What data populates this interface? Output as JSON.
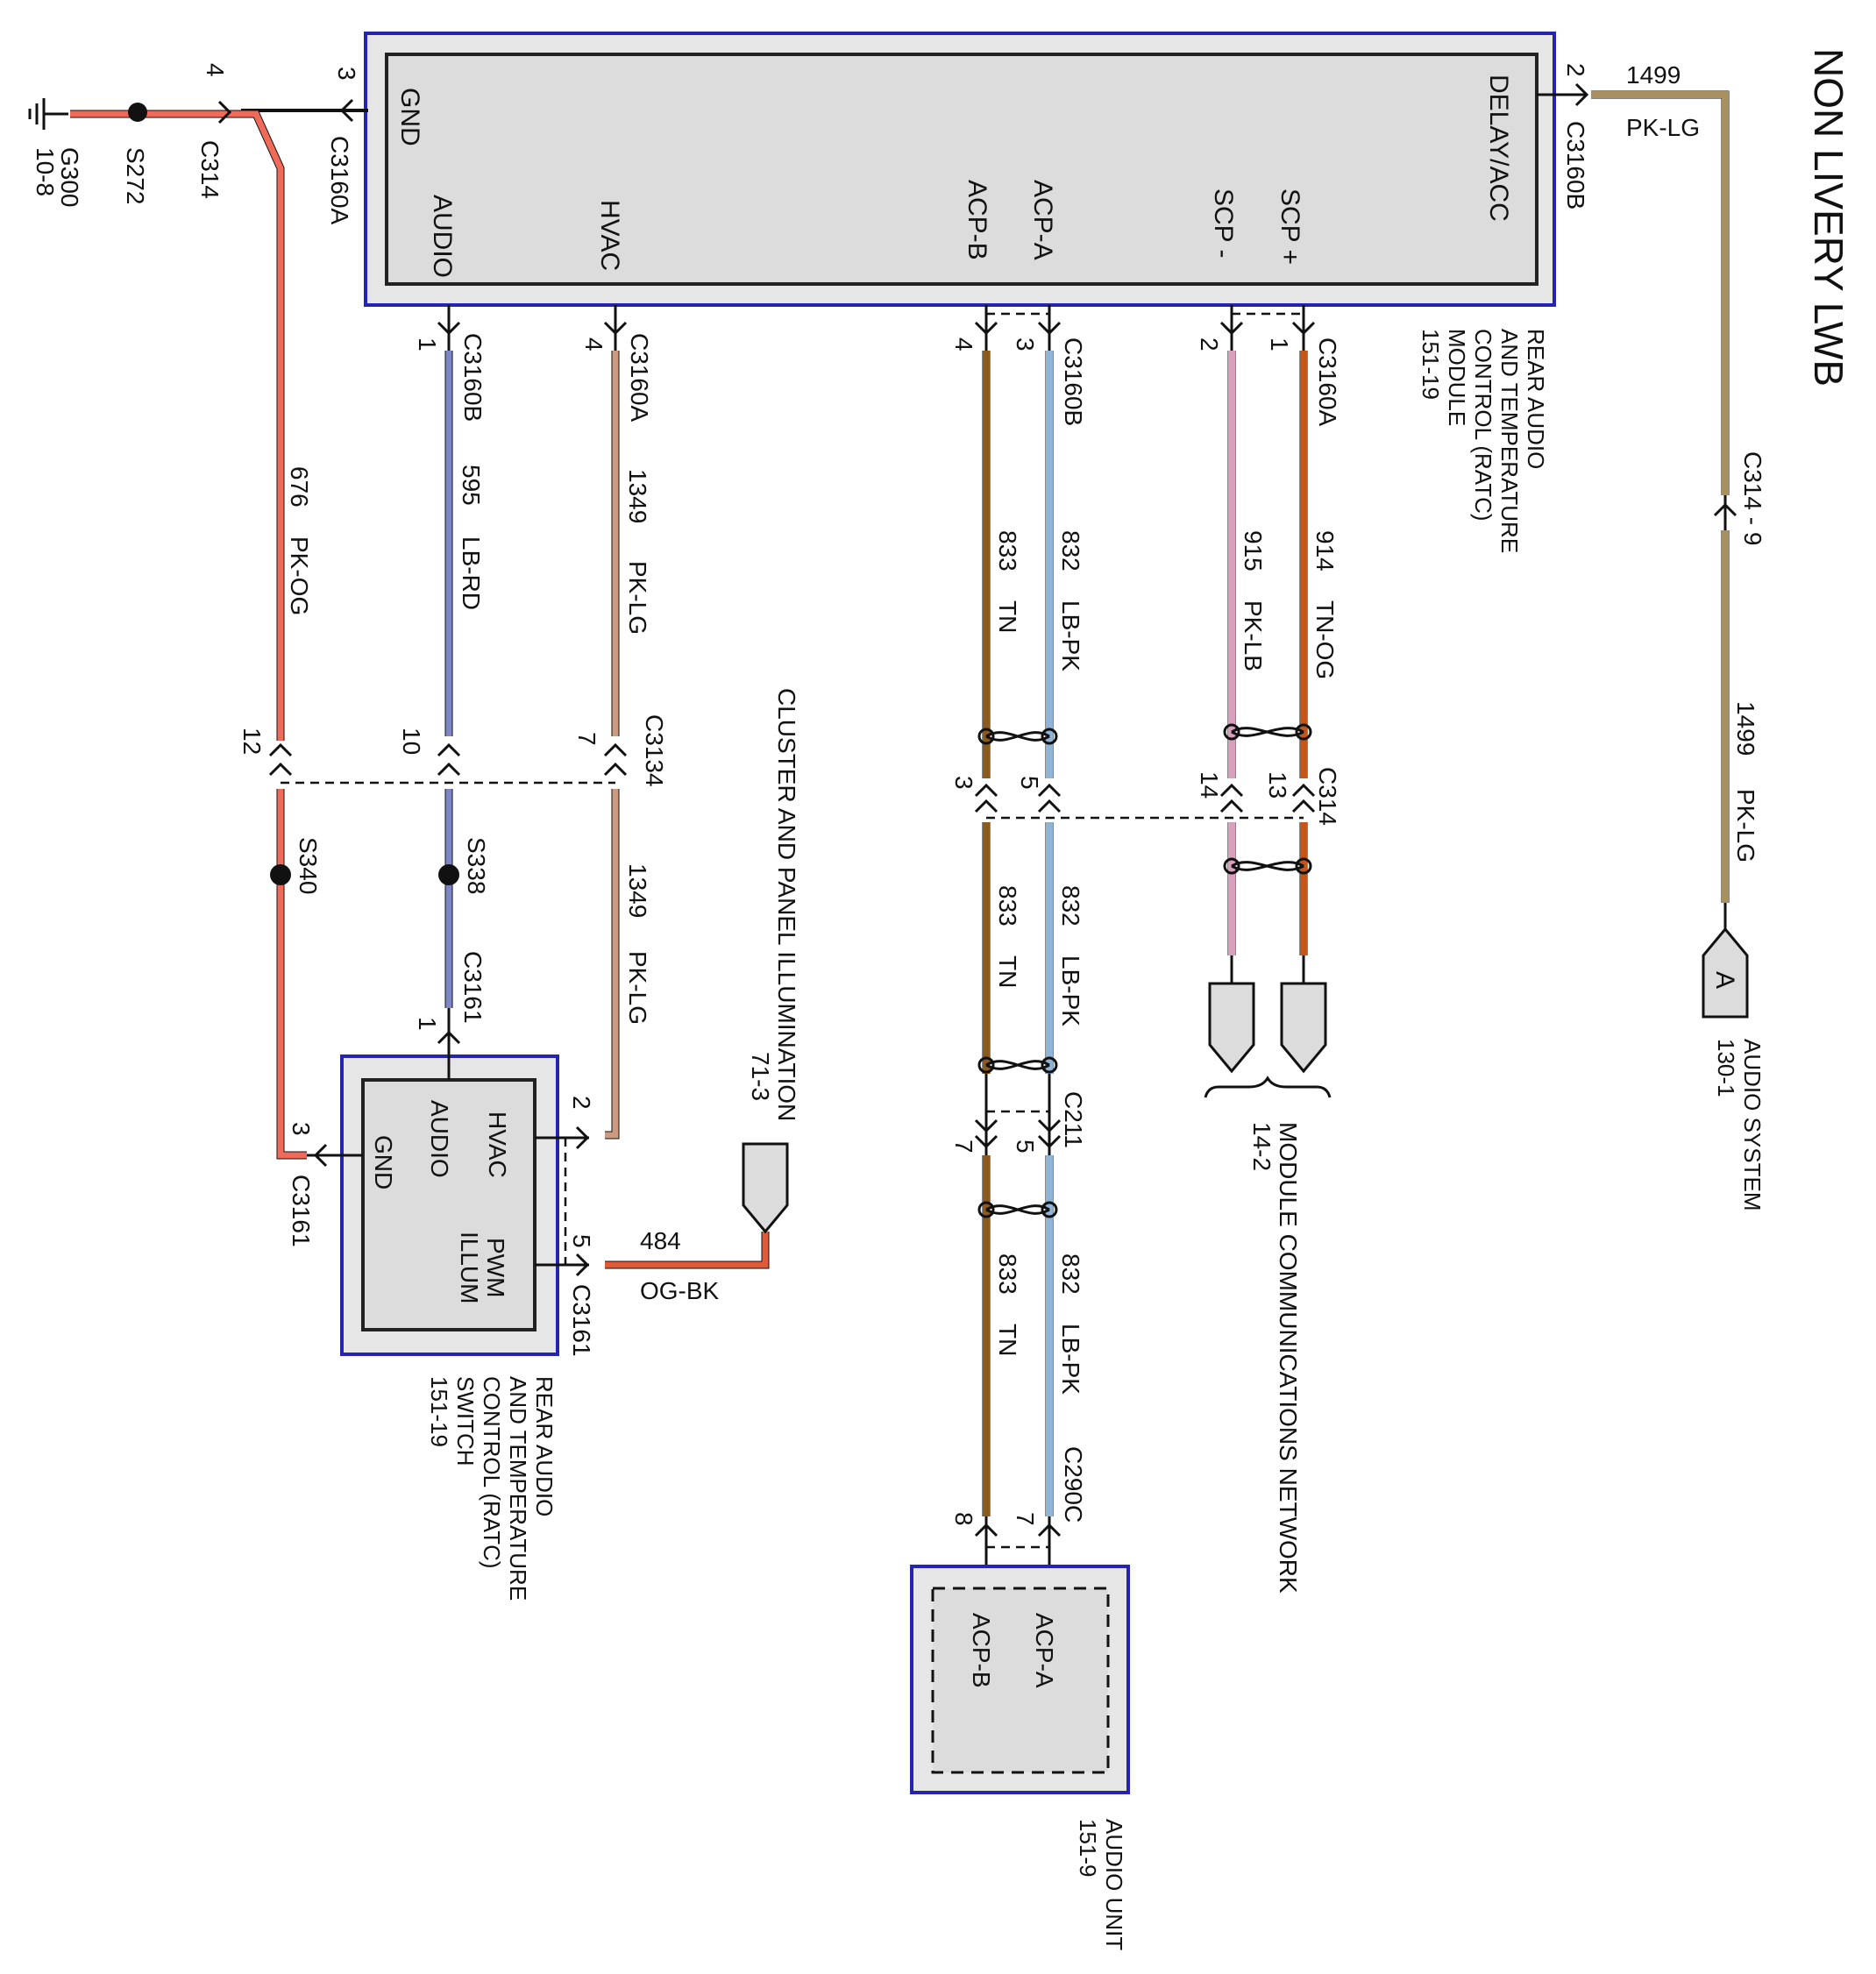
{
  "title": "NON LIVERY LWB",
  "colors": {
    "PK-OG": "#f06a5a",
    "LB-RD": "#7f86c8",
    "PK-LG": "#cc9a7e",
    "TN": "#8a5a1e",
    "LB-PK": "#8fb4d6",
    "PK-LB": "#d9a0be",
    "TN-OG": "#c4561a",
    "OG-BK": "#e05a3a",
    "PK-LG-main": "#a89060",
    "module_border": "#2424b0",
    "module_fill": "#e6e6e6"
  },
  "ratc_module": {
    "pins": {
      "gnd": "GND",
      "audio": "AUDIO",
      "hvac": "HVAC",
      "acp_b": "ACP-B",
      "acp_a": "ACP-A",
      "scp_minus": "SCP -",
      "scp_plus": "SCP +",
      "delay_acc": "DELAY/ACC"
    },
    "label": [
      "REAR AUDIO",
      "AND TEMPERATURE",
      "CONTROL (RATC)",
      "MODULE",
      "151-19"
    ]
  },
  "ratc_switch": {
    "pins": {
      "hvac": "HVAC",
      "audio": "AUDIO",
      "gnd": "GND",
      "pwm": "PWM",
      "illum": "ILLUM"
    },
    "label": [
      "REAR AUDIO",
      "AND TEMPERATURE",
      "CONTROL (RATC)",
      "SWITCH",
      "151-19"
    ]
  },
  "audio_unit": {
    "pins": {
      "acp_a": "ACP-A",
      "acp_b": "ACP-B"
    },
    "label": [
      "AUDIO UNIT",
      "151-9"
    ]
  },
  "ground": {
    "g300": "G300",
    "g300_ref": "10-8",
    "s272": "S272",
    "c314": "C314",
    "c314_pin": "4",
    "c3160a": "C3160A",
    "c3160a_pin": "3"
  },
  "wires": {
    "w676": {
      "circuit": "676",
      "color": "PK-OG"
    },
    "w595": {
      "circuit": "595",
      "color": "LB-RD"
    },
    "w1349a": {
      "circuit": "1349",
      "color": "PK-LG"
    },
    "w1349b": {
      "circuit": "1349",
      "color": "PK-LG"
    },
    "w833a": {
      "circuit": "833",
      "color": "TN"
    },
    "w833b": {
      "circuit": "833",
      "color": "TN"
    },
    "w833c": {
      "circuit": "833",
      "color": "TN"
    },
    "w832a": {
      "circuit": "832",
      "color": "LB-PK"
    },
    "w832b": {
      "circuit": "832",
      "color": "LB-PK"
    },
    "w832c": {
      "circuit": "832",
      "color": "LB-PK"
    },
    "w915": {
      "circuit": "915",
      "color": "PK-LB"
    },
    "w914": {
      "circuit": "914",
      "color": "TN-OG"
    },
    "w484": {
      "circuit": "484",
      "color": "OG-BK"
    },
    "w1499a": {
      "circuit": "1499",
      "color": "PK-LG"
    },
    "w1499b": {
      "circuit": "1499",
      "color": "PK-LG"
    }
  },
  "connectors": {
    "c3160b_audio": {
      "name": "C3160B",
      "pin": "1"
    },
    "c3160a_hvac": {
      "name": "C3160A",
      "pin": "4"
    },
    "c3160b_acp": {
      "name": "C3160B",
      "pin_b": "4",
      "pin_a": "3"
    },
    "c3160a_scp": {
      "name": "C3160A",
      "pin_minus": "2",
      "pin_plus": "1"
    },
    "c3160b_delay": {
      "name": "C3160B",
      "pin": "2"
    },
    "c3134": {
      "name": "C3134",
      "pin_pkog": "12",
      "pin_audio": "10",
      "pin_hvac": "7"
    },
    "c314_mid": {
      "name": "C314",
      "pin_tn": "3",
      "pin_lbpk": "5",
      "pin_pklb": "14",
      "pin_tnog": "13"
    },
    "c211": {
      "name": "C211",
      "pin_tn": "7",
      "pin_lbpk": "5"
    },
    "c290c": {
      "name": "C290C",
      "pin_tn": "8",
      "pin_lbpk": "7"
    },
    "c3161_audio": {
      "name": "C3161",
      "pin": "1"
    },
    "c3161_gnd": {
      "name": "C3161",
      "pin": "3"
    },
    "c3161_hvac": {
      "pin": "2"
    },
    "c3161_pwm": {
      "name": "C3161",
      "pin": "5"
    },
    "c314_9": {
      "name": "C314 - 9"
    }
  },
  "splices": {
    "s340": "S340",
    "s338": "S338"
  },
  "references": {
    "cluster": [
      "CLUSTER AND PANEL ILLUMINATION",
      "71-3"
    ],
    "network": [
      "MODULE COMMUNICATIONS NETWORK",
      "14-2"
    ],
    "audio_system": {
      "letter": "A",
      "lines": [
        "AUDIO SYSTEM",
        "130-1"
      ]
    }
  }
}
